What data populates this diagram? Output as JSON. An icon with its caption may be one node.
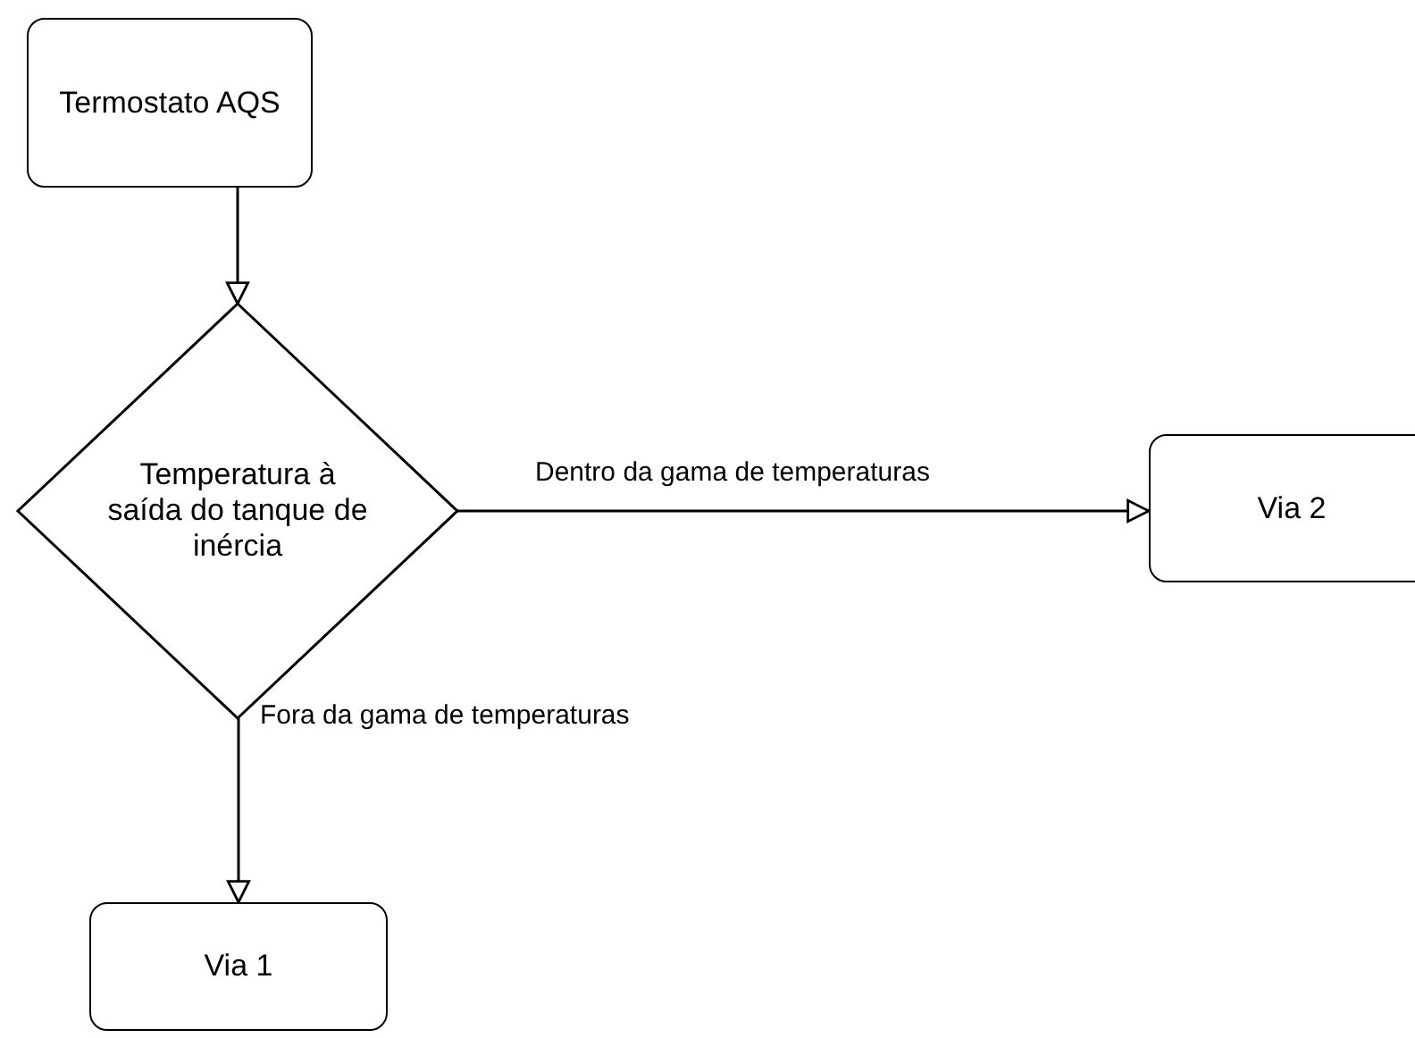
{
  "diagram": {
    "nodes": [
      {
        "text": [
          "Termostato AQS"
        ]
      },
      {
        "text": [
          "Temperatura à saída do tanque de inércia"
        ]
      },
      {
        "text": [
          "Via 2"
        ]
      },
      {
        "text": [
          "Via 1"
        ]
      }
    ],
    "edges": [
      {
        "from": 0,
        "to": 1,
        "arrow": "to"
      },
      {
        "from": 1,
        "to": 2,
        "arrow": "to",
        "label": "Dentro da gama de temperaturas"
      },
      {
        "from": 1,
        "to": 3,
        "arrow": "to",
        "label": "Fora da gama de temperaturas"
      }
    ]
  }
}
